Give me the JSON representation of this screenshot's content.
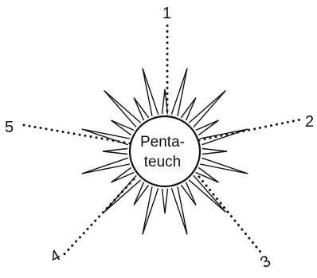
{
  "center": {
    "line1": "Penta-",
    "line2": "teuch"
  },
  "labels": [
    "1",
    "2",
    "3",
    "4",
    "5"
  ],
  "colors": {
    "stroke": "#111111",
    "background": "#ffffff"
  }
}
